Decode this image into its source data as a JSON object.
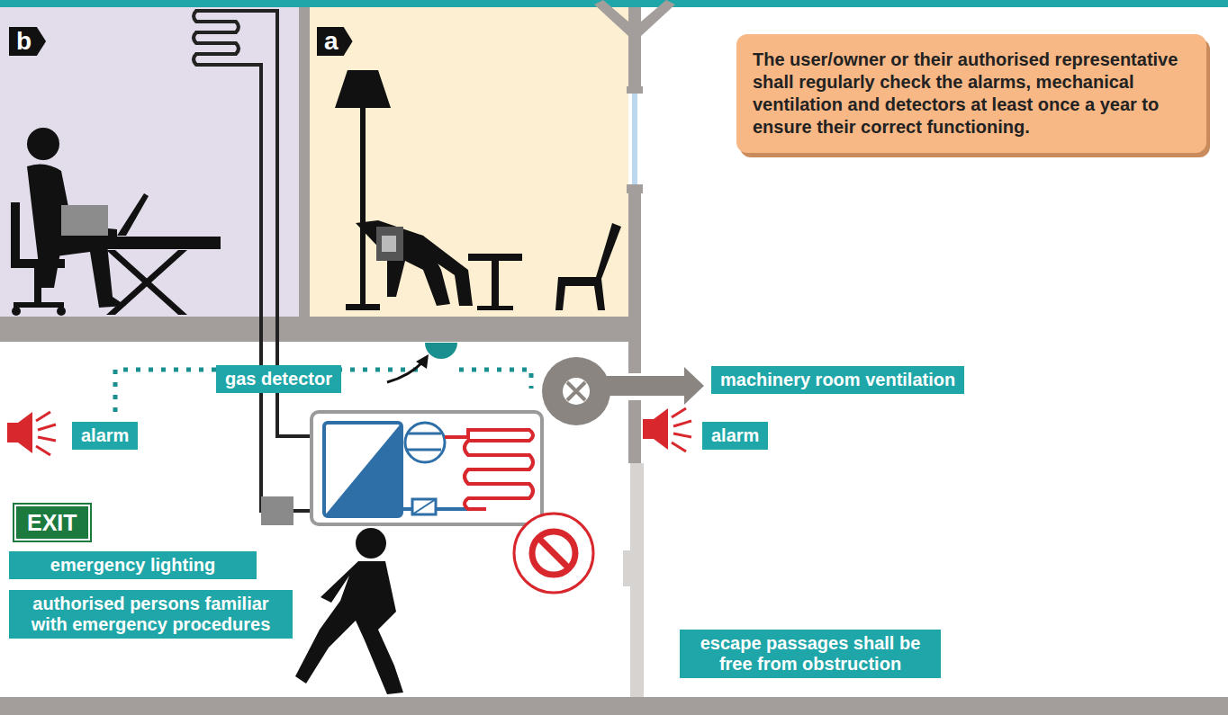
{
  "diagram": {
    "nodes": [
      {
        "text": [
          "b"
        ]
      },
      {
        "text": [
          "a"
        ]
      },
      {
        "text": [
          "The user/owner or their authorised representative shall regularly check the alarms, mechanical ventilation and detectors at least once a year to ensure their correct functioning."
        ]
      },
      {
        "text": [
          "gas detector"
        ]
      },
      {
        "text": [
          "machinery room ventilation"
        ]
      },
      {
        "text": [
          "alarm"
        ]
      },
      {
        "text": [
          "alarm"
        ]
      },
      {
        "text": [
          "EXIT"
        ]
      },
      {
        "text": [
          "emergency lighting"
        ]
      },
      {
        "text": [
          "authorised persons familiar with emergency procedures"
        ]
      },
      {
        "text": [
          "escape passages shall be free from obstruction"
        ]
      }
    ]
  }
}
